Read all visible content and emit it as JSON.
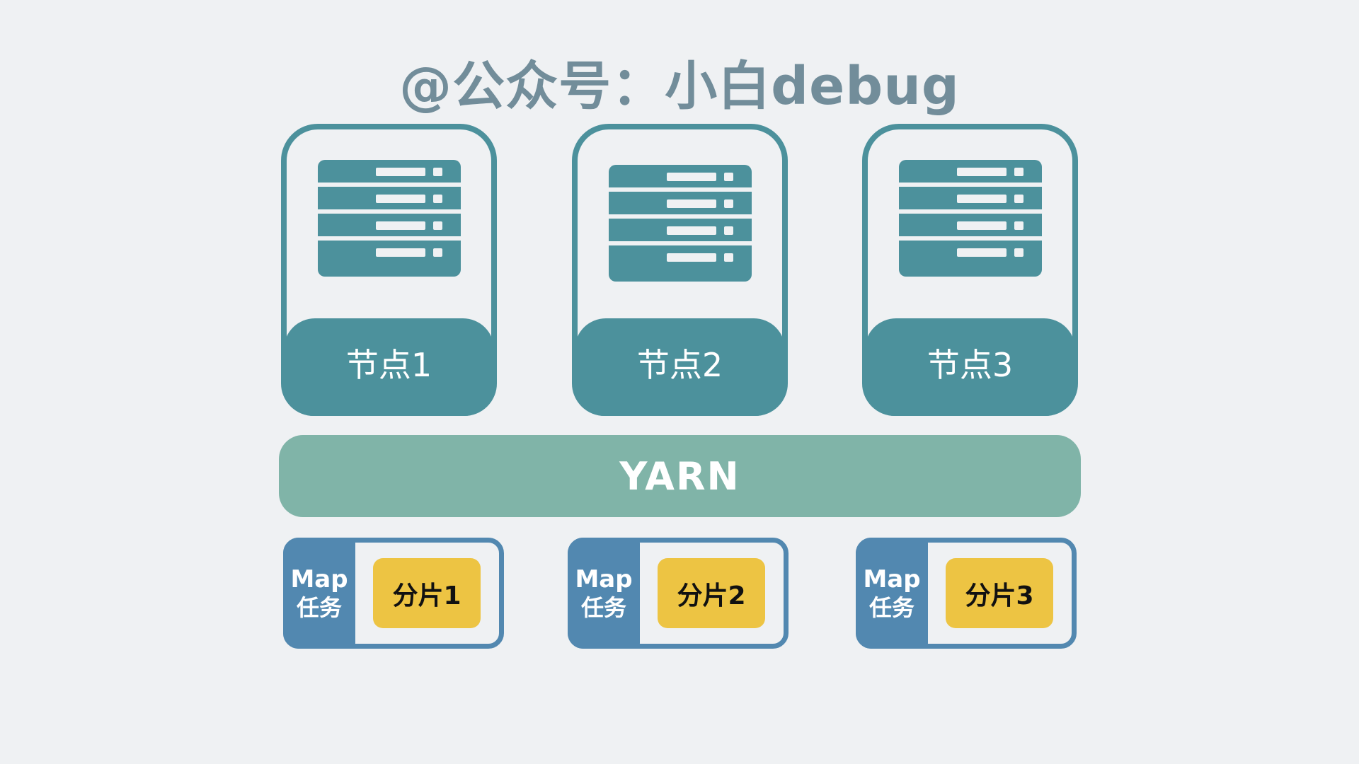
{
  "title": "@公众号：小白debug",
  "colors": {
    "background": "#eff1f3",
    "title": "#728d9a",
    "node": "#4c919c",
    "yarn": "#80b4a8",
    "map_task": "#5288b0",
    "shard": "#edc443"
  },
  "nodes": [
    {
      "label": "节点1",
      "icon": "server-rack-icon"
    },
    {
      "label": "节点2",
      "icon": "server-rack-icon"
    },
    {
      "label": "节点3",
      "icon": "server-rack-icon"
    }
  ],
  "yarn": {
    "label": "YARN"
  },
  "map_tasks": [
    {
      "task_line1": "Map",
      "task_line2": "任务",
      "shard": "分片1"
    },
    {
      "task_line1": "Map",
      "task_line2": "任务",
      "shard": "分片2"
    },
    {
      "task_line1": "Map",
      "task_line2": "任务",
      "shard": "分片3"
    }
  ]
}
